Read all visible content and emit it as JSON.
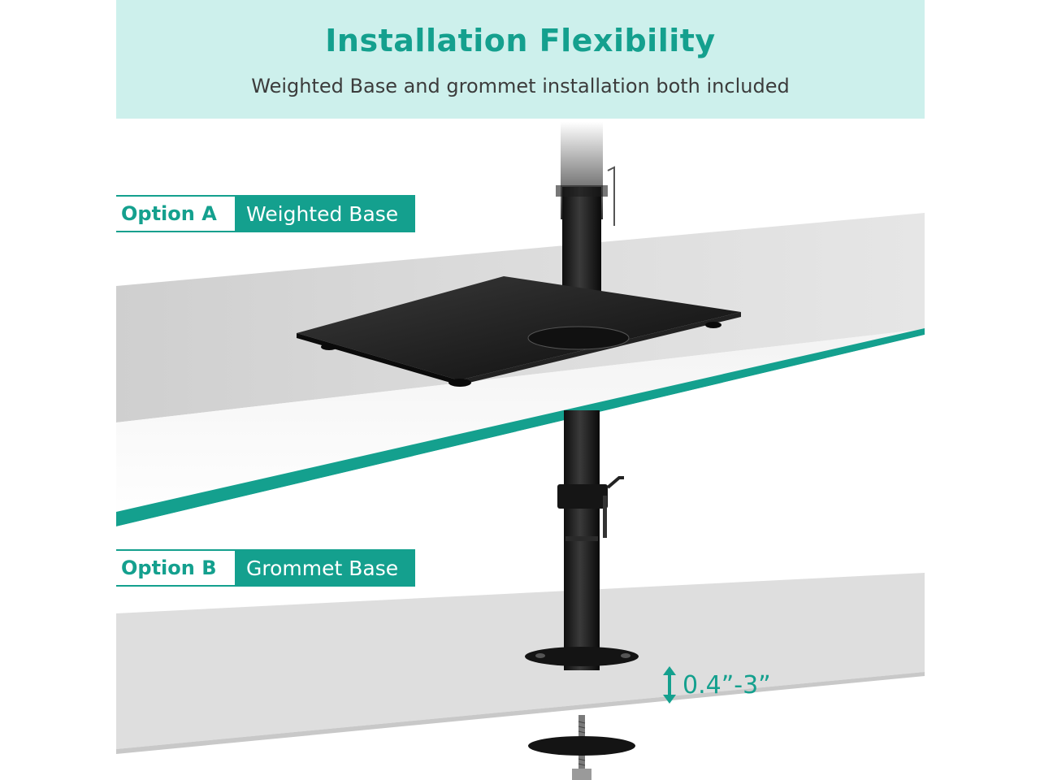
{
  "header": {
    "title": "Installation Flexibility",
    "subtitle": "Weighted Base and grommet installation both included"
  },
  "options": [
    {
      "label": "Option A",
      "description": "Weighted Base"
    },
    {
      "label": "Option B",
      "description": "Grommet Base"
    }
  ],
  "dimension": {
    "text": "0.4”-3”",
    "icon": "double-arrow-vertical-icon"
  },
  "colors": {
    "accent": "#14a08e",
    "header_bg": "#cdf0ec",
    "desk": "#d9d9d9",
    "metal": "#1c1c1c"
  }
}
